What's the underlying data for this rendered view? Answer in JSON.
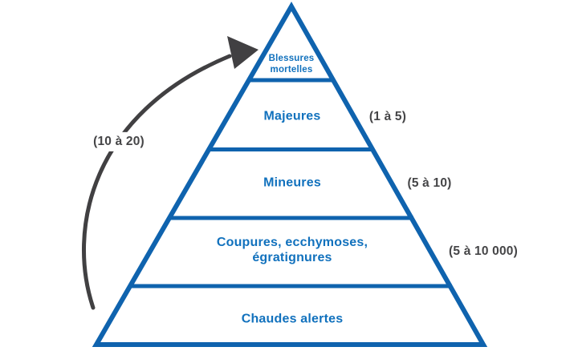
{
  "pyramid": {
    "levels": [
      {
        "label": "Blessures mortelles",
        "annotation": ""
      },
      {
        "label": "Majeures",
        "annotation": "(1 à 5)"
      },
      {
        "label": "Mineures",
        "annotation": "(5 à 10)"
      },
      {
        "label": "Coupures, ecchymoses, égratignures",
        "annotation": "(5 à 10 000)"
      },
      {
        "label": "Chaudes alertes",
        "annotation": ""
      }
    ],
    "arrow": {
      "label": "(10 à 20)"
    },
    "colors": {
      "outline_blue": "#0f63ae",
      "label_blue": "#1171bd",
      "annotation_gray": "#454547",
      "arrow_gray": "#414042",
      "background": "#ffffff"
    }
  }
}
